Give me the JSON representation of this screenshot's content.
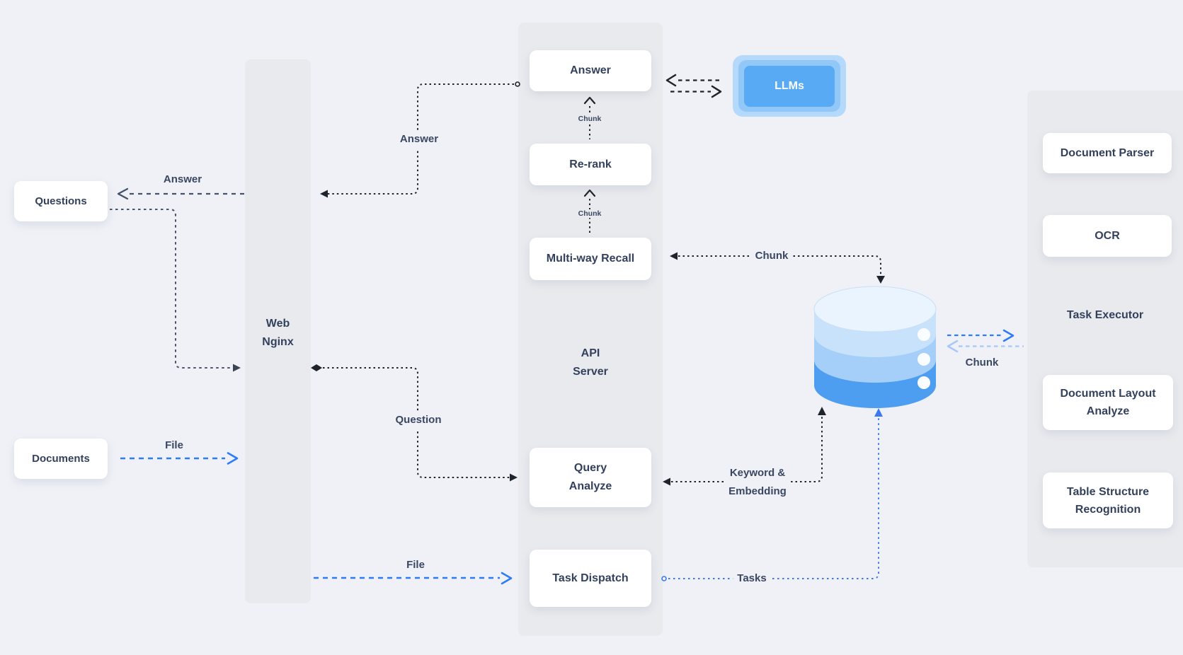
{
  "nodes": {
    "questions": {
      "label": "Questions"
    },
    "documents": {
      "label": "Documents"
    },
    "web_nginx": {
      "lines": [
        "Web",
        "Nginx"
      ]
    },
    "api_server": {
      "lines": [
        "API",
        "Server"
      ]
    },
    "answer": {
      "label": "Answer"
    },
    "rerank": {
      "label": "Re-rank"
    },
    "multiway_recall": {
      "label": "Multi-way Recall"
    },
    "query_analyze": {
      "lines": [
        "Query",
        "Analyze"
      ]
    },
    "task_dispatch": {
      "label": "Task Dispatch"
    },
    "llms": {
      "label": "LLMs"
    },
    "task_executor": {
      "label": "Task Executor"
    },
    "document_parser": {
      "label": "Document Parser"
    },
    "ocr": {
      "label": "OCR"
    },
    "document_layout_analyze": {
      "lines": [
        "Document Layout",
        "Analyze"
      ]
    },
    "table_structure_recognition": {
      "lines": [
        "Table Structure",
        "Recognition"
      ]
    },
    "database": {
      "icon": "database-cylinder-icon"
    }
  },
  "edge_labels": {
    "answer_to_questions": "Answer",
    "answer_from_api": "Answer",
    "question": "Question",
    "file_documents": "File",
    "file_nginx": "File",
    "tasks": "Tasks",
    "keyword_embedding": [
      "Keyword &",
      "Embedding"
    ],
    "chunk_db_to_recall": "Chunk",
    "chunk_db_to_executor": "Chunk",
    "chunk_recall_to_rerank": "Chunk",
    "chunk_rerank_to_answer": "Chunk"
  },
  "colors": {
    "background": "#EFF1F6",
    "panel": "#E9EAEE",
    "node_text": "#33415C",
    "edge_label_text": "#3A4763",
    "black_line": "#1F232B",
    "slate_line": "#47536B",
    "blue_line": "#2E7BF7",
    "tasks_blue_line": "#3D79EE",
    "light_blue_line": "#A8C8FA",
    "llms_outer": "#B5D9FA",
    "llms_mid": "#92C8F8",
    "llms_inner": "#58AAF5",
    "db_top": "#EAF4FE",
    "db_band_light": "#C8E2FB",
    "db_band_mid": "#A5CFF8",
    "db_band_dark": "#4D9DF0"
  }
}
